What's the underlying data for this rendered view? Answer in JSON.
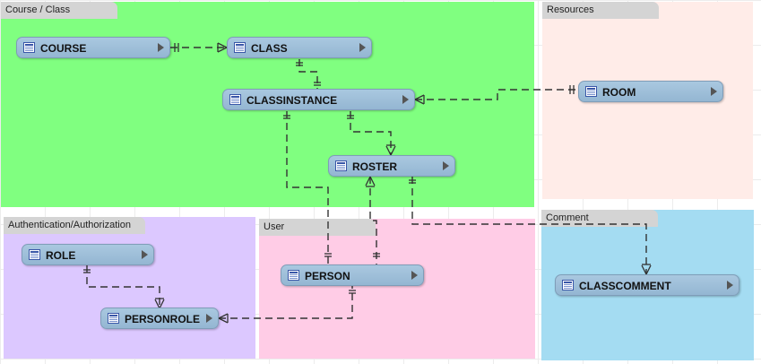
{
  "regions": {
    "course_class": {
      "label": "Course / Class",
      "color": "#80ff80"
    },
    "resources": {
      "label": "Resources",
      "color": "#ffece8"
    },
    "auth": {
      "label": "Authentication/Authorization",
      "color": "#dcc8ff"
    },
    "user": {
      "label": "User",
      "color": "#ffcce6"
    },
    "comment": {
      "label": "Comment",
      "color": "#a4dcf2"
    }
  },
  "entities": {
    "course": {
      "name": "COURSE",
      "icon": "table-icon",
      "expand_icon": "expand-arrow-icon"
    },
    "class": {
      "name": "CLASS",
      "icon": "table-icon",
      "expand_icon": "expand-arrow-icon"
    },
    "classinstance": {
      "name": "CLASSINSTANCE",
      "icon": "table-icon",
      "expand_icon": "expand-arrow-icon"
    },
    "roster": {
      "name": "ROSTER",
      "icon": "table-icon",
      "expand_icon": "expand-arrow-icon"
    },
    "room": {
      "name": "ROOM",
      "icon": "table-icon",
      "expand_icon": "expand-arrow-icon"
    },
    "role": {
      "name": "ROLE",
      "icon": "table-icon",
      "expand_icon": "expand-arrow-icon"
    },
    "personrole": {
      "name": "PERSONROLE",
      "icon": "table-icon",
      "expand_icon": "expand-arrow-icon"
    },
    "person": {
      "name": "PERSON",
      "icon": "table-icon",
      "expand_icon": "expand-arrow-icon"
    },
    "classcomment": {
      "name": "CLASSCOMMENT",
      "icon": "table-icon",
      "expand_icon": "expand-arrow-icon"
    }
  },
  "relationships": [
    {
      "from": "COURSE",
      "to": "CLASS",
      "from_end": "one",
      "to_end": "many"
    },
    {
      "from": "CLASS",
      "to": "CLASSINSTANCE",
      "from_end": "one",
      "to_end": "one"
    },
    {
      "from": "CLASSINSTANCE",
      "to": "ROOM",
      "from_end": "many",
      "to_end": "one"
    },
    {
      "from": "CLASSINSTANCE",
      "to": "ROSTER",
      "from_end": "one",
      "to_end": "many"
    },
    {
      "from": "CLASSINSTANCE",
      "to": "PERSON",
      "from_end": "one",
      "to_end": "one"
    },
    {
      "from": "ROSTER",
      "to": "PERSON",
      "from_end": "many",
      "to_end": "one"
    },
    {
      "from": "ROSTER",
      "to": "CLASSCOMMENT",
      "from_end": "one",
      "to_end": "many"
    },
    {
      "from": "ROLE",
      "to": "PERSONROLE",
      "from_end": "one",
      "to_end": "many"
    },
    {
      "from": "PERSONROLE",
      "to": "PERSON",
      "from_end": "many",
      "to_end": "one"
    }
  ]
}
